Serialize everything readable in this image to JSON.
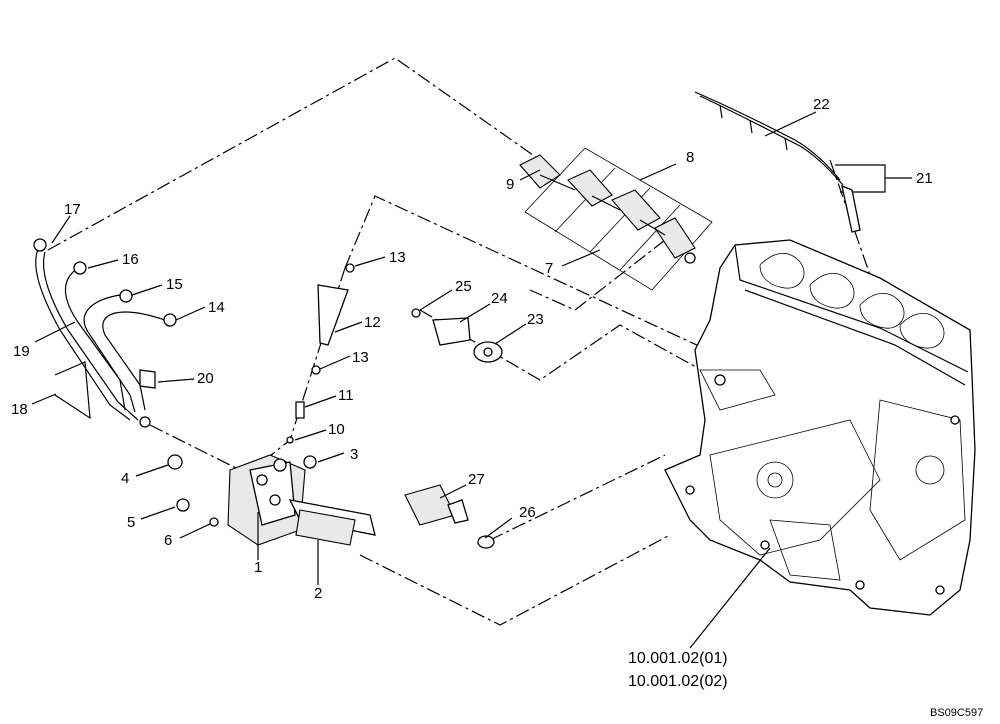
{
  "callouts": {
    "c1": "1",
    "c2": "2",
    "c3": "3",
    "c4": "4",
    "c5": "5",
    "c6": "6",
    "c7": "7",
    "c8": "8",
    "c9": "9",
    "c10": "10",
    "c11": "11",
    "c12": "12",
    "c13a": "13",
    "c13b": "13",
    "c14": "14",
    "c15": "15",
    "c16": "16",
    "c17": "17",
    "c18": "18",
    "c19": "19",
    "c20": "20",
    "c21": "21",
    "c22": "22",
    "c23": "23",
    "c24": "24",
    "c25": "25",
    "c26": "26",
    "c27": "27"
  },
  "references": {
    "ref1": "10.001.02(01)",
    "ref2": "10.001.02(02)"
  },
  "drawing_code": "BS09C597"
}
